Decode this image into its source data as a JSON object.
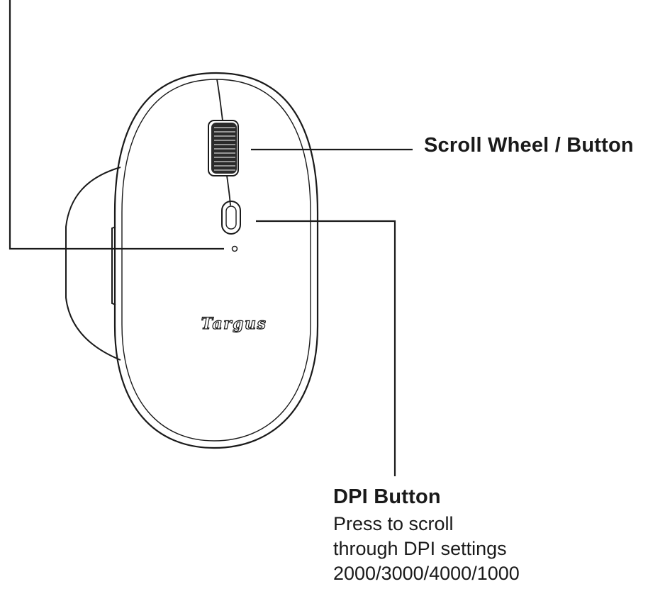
{
  "brand": {
    "logo_text": "Targus"
  },
  "callouts": {
    "scroll_wheel": {
      "title": "Scroll Wheel / Button"
    },
    "dpi_button": {
      "title": "DPI Button",
      "description_lines": [
        "Press to scroll",
        "through DPI settings",
        "2000/3000/4000/1000"
      ]
    }
  },
  "colors": {
    "line": "#1a1a1a",
    "background": "#ffffff",
    "wheel_fill": "#2b2b2b"
  }
}
